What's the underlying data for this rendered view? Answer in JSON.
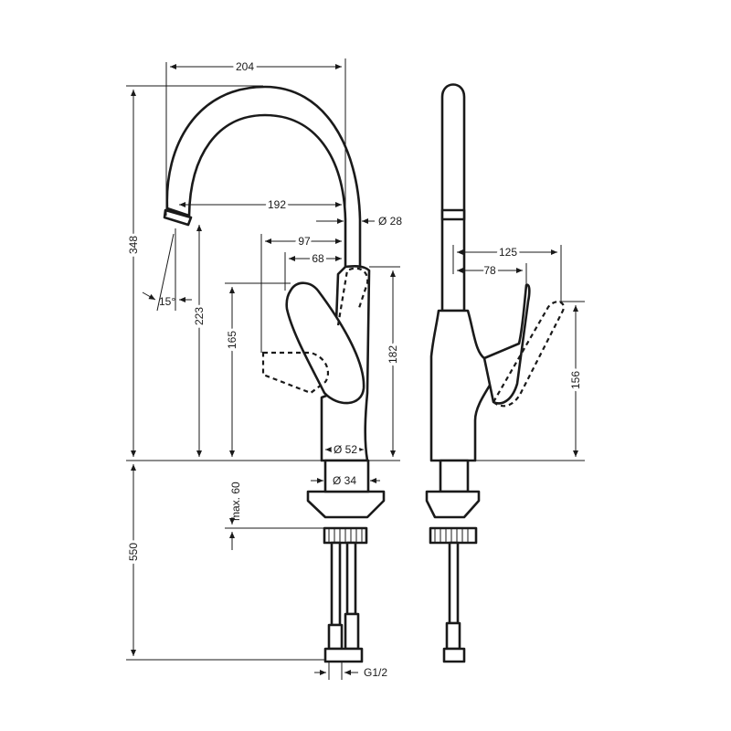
{
  "dimensions": {
    "width_total": "204",
    "height_total": "348",
    "spout_reach": "192",
    "spout_diameter": "Ø 28",
    "lever_reach_97": "97",
    "lever_reach_68": "68",
    "spray_angle": "15°",
    "outlet_height": "223",
    "lever_height": "165",
    "body_height": "182",
    "body_diameter": "Ø 52",
    "shank_diameter": "Ø 34",
    "max_counter": "max. 60",
    "hose_length": "550",
    "connection": "G1/2",
    "side_lever_125": "125",
    "side_lever_78": "78",
    "side_height_156": "156"
  }
}
